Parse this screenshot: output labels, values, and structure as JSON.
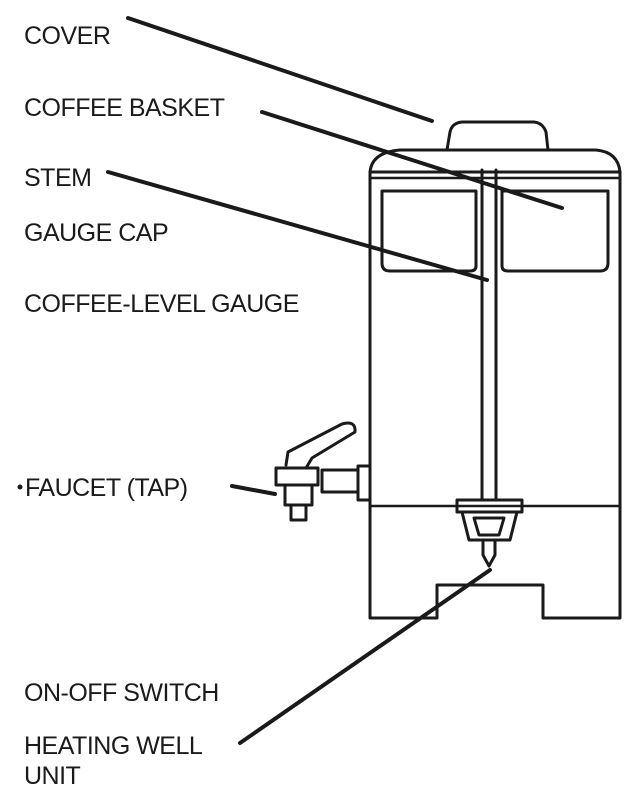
{
  "labels": {
    "cover": "COVER",
    "coffee_basket": "COFFEE BASKET",
    "stem": "STEM",
    "gauge_cap": "GAUGE CAP",
    "coffee_level_gauge": "COFFEE-LEVEL GAUGE",
    "faucet": "FAUCET (TAP)",
    "on_off_switch": "ON-OFF SWITCH",
    "heating_well_line1": "HEATING WELL",
    "heating_well_line2": "UNIT"
  },
  "colors": {
    "ink": "#1a1a1a",
    "background": "#ffffff"
  }
}
